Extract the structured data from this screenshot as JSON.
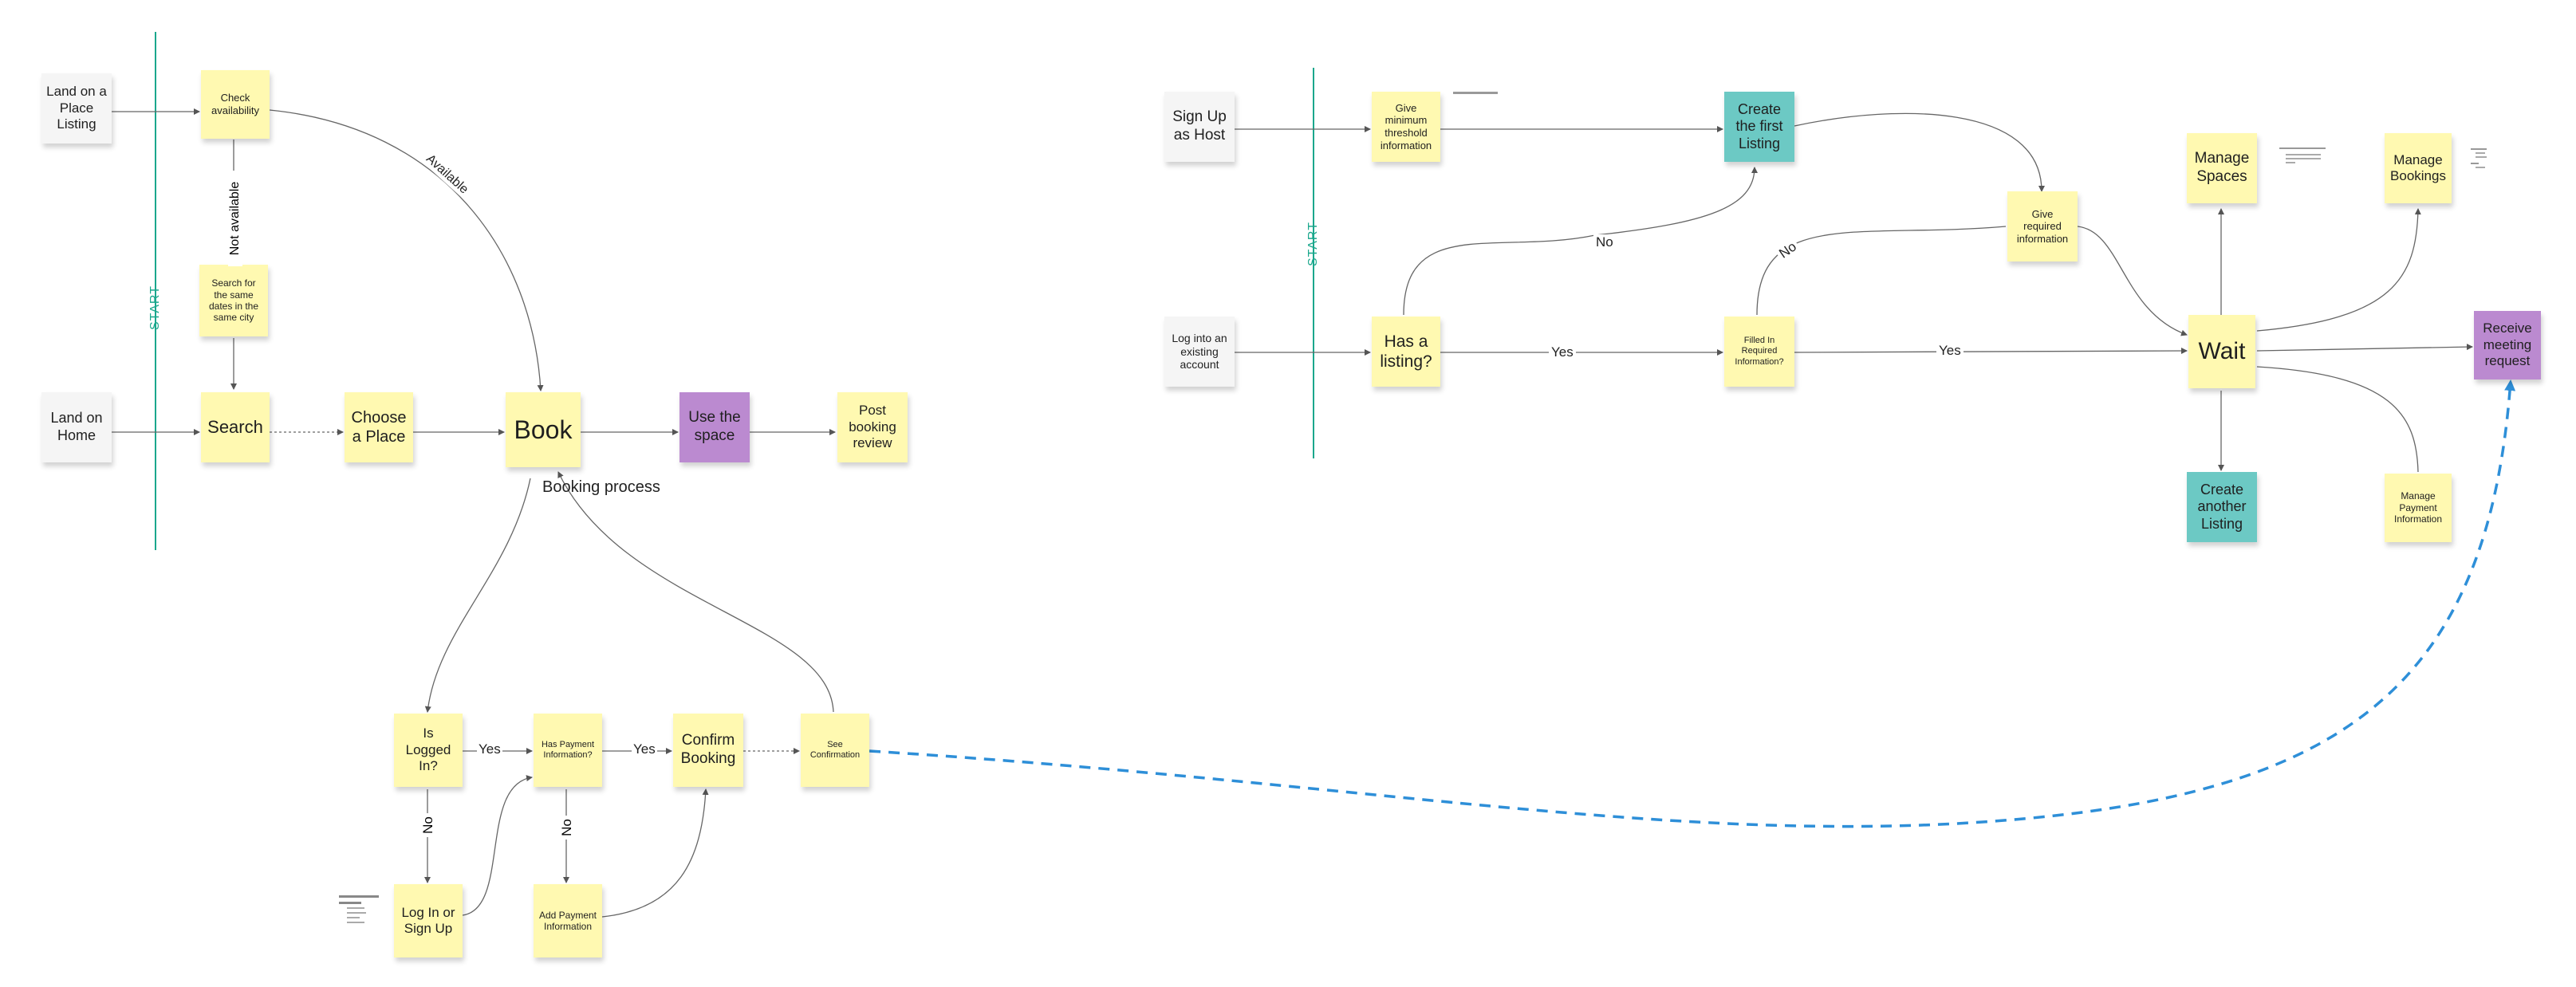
{
  "guest": {
    "land_listing": "Land on a Place Listing",
    "land_home": "Land on Home",
    "check_availability": "Check availability",
    "search_same": "Search for the same dates in the same city",
    "search": "Search",
    "choose_place": "Choose a Place",
    "book": "Book",
    "use_space": "Use the space",
    "post_review": "Post booking review",
    "start": "START",
    "not_available": "Not available",
    "available": "Available",
    "booking_process": "Booking process"
  },
  "booking": {
    "is_logged_in": "Is Logged In?",
    "has_payment": "Has Payment Information?",
    "confirm_booking": "Confirm Booking",
    "see_confirmation": "See Confirmation",
    "login_signup": "Log In or Sign Up",
    "add_payment": "Add Payment Information",
    "yes1": "Yes",
    "yes2": "Yes",
    "no1": "No",
    "no2": "No"
  },
  "host": {
    "sign_up_host": "Sign Up as Host",
    "log_existing": "Log into an existing account",
    "min_threshold": "Give minimum threshold information",
    "create_first": "Create the first Listing",
    "required_info": "Give required information",
    "has_listing": "Has a listing?",
    "filled_required": "Filled In Required Information?",
    "wait": "Wait",
    "manage_spaces": "Manage Spaces",
    "manage_bookings": "Manage Bookings",
    "create_another": "Create another Listing",
    "manage_payment": "Manage Payment Information",
    "receive_request": "Receive meeting request",
    "start": "START",
    "yes1": "Yes",
    "yes2": "Yes",
    "no1": "No",
    "no2": "No"
  },
  "colors": {
    "yellow": "#fff9b1",
    "teal": "#6cc9c4",
    "purple": "#bb8ad0",
    "start_line": "#1aa78c",
    "dashed_link": "#2e8fd8"
  }
}
